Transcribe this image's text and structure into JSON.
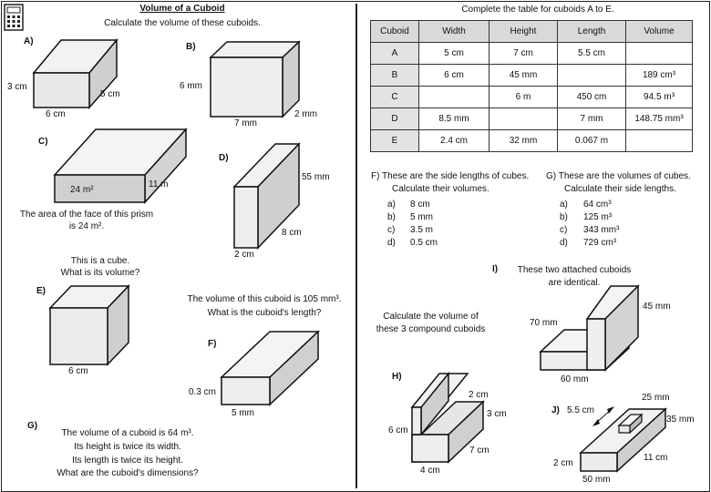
{
  "left": {
    "title": "Volume of a Cuboid",
    "subtitle": "Calculate the volume of these cuboids.",
    "A": {
      "label": "A)",
      "height": "3 cm",
      "width": "5 cm",
      "length": "6 cm"
    },
    "B": {
      "label": "B)",
      "height": "6 mm",
      "length": "7 mm",
      "width": "2 mm"
    },
    "C": {
      "label": "C)",
      "face": "24 m²",
      "length": "11 m",
      "note_line1": "The area of the face of this prism",
      "note_line2": "is 24 m²."
    },
    "D": {
      "label": "D)",
      "height": "55 mm",
      "depth": "8 cm",
      "width": "2 cm"
    },
    "E": {
      "label": "E)",
      "q1": "This is a cube.",
      "q2": "What is its volume?",
      "side": "6 cm"
    },
    "F": {
      "label": "F)",
      "q1": "The volume of this cuboid is 105 mm³.",
      "q2": "What is the cuboid's length?",
      "height": "0.3 cm",
      "length": "5 mm"
    },
    "G": {
      "label": "G)",
      "lines": [
        "The volume of a cuboid is 64 m³.",
        "Its height is twice its width.",
        "Its length is twice its height.",
        "What are the cuboid's dimensions?"
      ]
    }
  },
  "right": {
    "table_title": "Complete the table for cuboids A to E.",
    "table": {
      "headers": [
        "Cuboid",
        "Width",
        "Height",
        "Length",
        "Volume"
      ],
      "rows": [
        [
          "A",
          "5 cm",
          "7 cm",
          "5.5 cm",
          ""
        ],
        [
          "B",
          "6 cm",
          "45 mm",
          "",
          "189 cm³"
        ],
        [
          "C",
          "",
          "6 m",
          "450 cm",
          "94.5 m³"
        ],
        [
          "D",
          "8.5 mm",
          "",
          "7 mm",
          "148.75 mm³"
        ],
        [
          "E",
          "2.4 cm",
          "32 mm",
          "0.067 m",
          ""
        ]
      ]
    },
    "F": {
      "line1": "F) These are the side lengths of cubes.",
      "line2": "Calculate their volumes.",
      "items": [
        [
          "a)",
          "8 cm"
        ],
        [
          "b)",
          "5 mm"
        ],
        [
          "c)",
          "3.5 m"
        ],
        [
          "d)",
          "0.5 cm"
        ]
      ]
    },
    "G": {
      "line1": "G) These are the volumes of cubes.",
      "line2": "Calculate their side lengths.",
      "items": [
        [
          "a)",
          "64 cm³"
        ],
        [
          "b)",
          "125 m³"
        ],
        [
          "c)",
          "343 mm³"
        ],
        [
          "d)",
          "729 cm³"
        ]
      ]
    },
    "I": {
      "label": "I)",
      "line1": "These two attached cuboids",
      "line2": "are identical.",
      "h1": "45 mm",
      "h2": "70 mm",
      "base": "60 mm"
    },
    "compound": {
      "line1": "Calculate the volume of",
      "line2": "these 3 compound cuboids"
    },
    "H": {
      "label": "H)",
      "d1": "2 cm",
      "d2": "3 cm",
      "d3": "6 cm",
      "d4": "7 cm",
      "d5": "4 cm"
    },
    "J": {
      "label": "J)",
      "d1": "5.5 cm",
      "d2": "25 mm",
      "d3": "35 mm",
      "d4": "2 cm",
      "d5": "11 cm",
      "d6": "50 mm"
    }
  }
}
